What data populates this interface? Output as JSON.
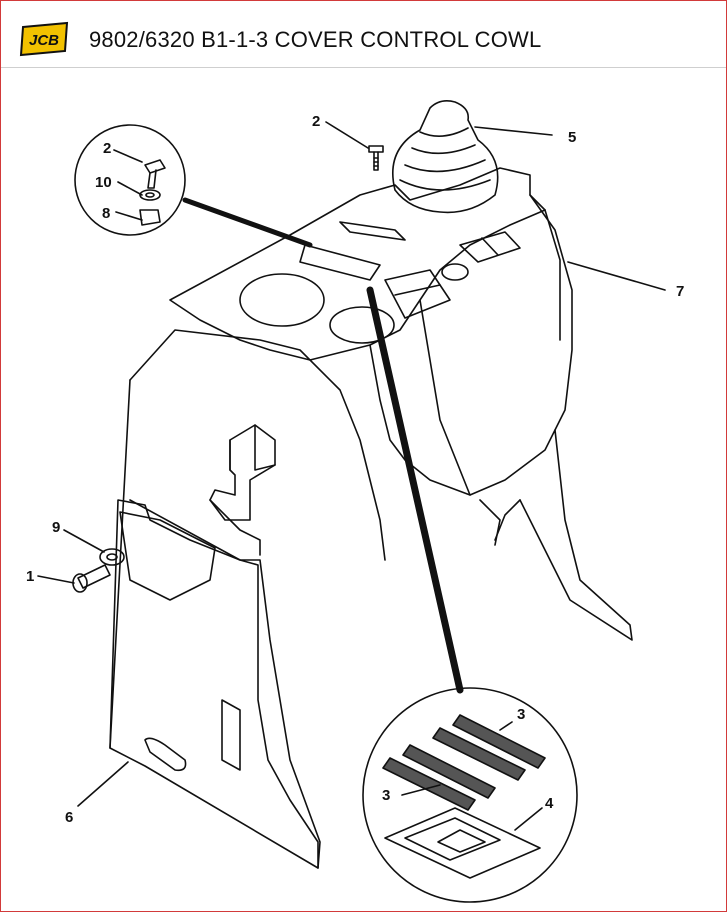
{
  "header": {
    "logo_text": "JCB",
    "title": "9802/6320 B1-1-3 COVER CONTROL COWL"
  },
  "callouts": {
    "c1": "1",
    "c2_main": "2",
    "c2_inset": "2",
    "c3_a": "3",
    "c3_b": "3",
    "c4": "4",
    "c5": "5",
    "c6": "6",
    "c7": "7",
    "c8": "8",
    "c9": "9",
    "c10": "10"
  },
  "colors": {
    "frame": "#d23a3a",
    "logo": "#f2c100",
    "line": "#111111"
  }
}
